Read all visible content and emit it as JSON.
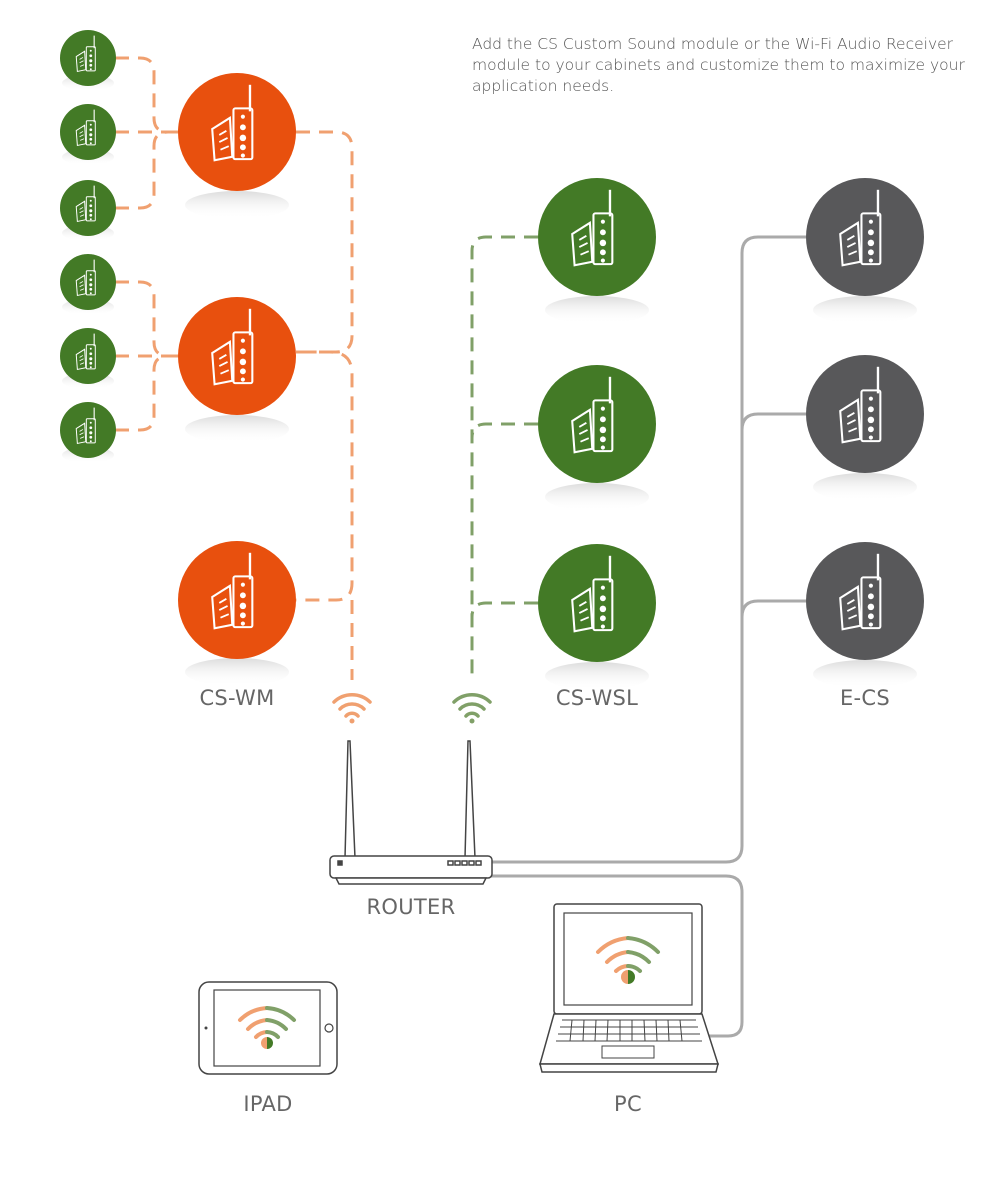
{
  "intro": "Add the CS Custom Sound module or the Wi-Fi Audio Receiver module to your cabinets and customize them to maximize your application needs.",
  "labels": {
    "cs_wm": "CS-WM",
    "cs_wsl": "CS-WSL",
    "e_cs": "E-CS",
    "router": "ROUTER",
    "ipad": "IPAD",
    "pc": "PC"
  },
  "colors": {
    "cs_wm": "#e8500e",
    "cs_wm_link": "#f0a070",
    "cs_wsl": "#437a26",
    "cs_wsl_link": "#80a068",
    "e_cs": "#58585a",
    "e_cs_link": "#aaaaaa"
  },
  "icons": {
    "module": "module-panel-icon",
    "wifi": "wifi-icon"
  }
}
